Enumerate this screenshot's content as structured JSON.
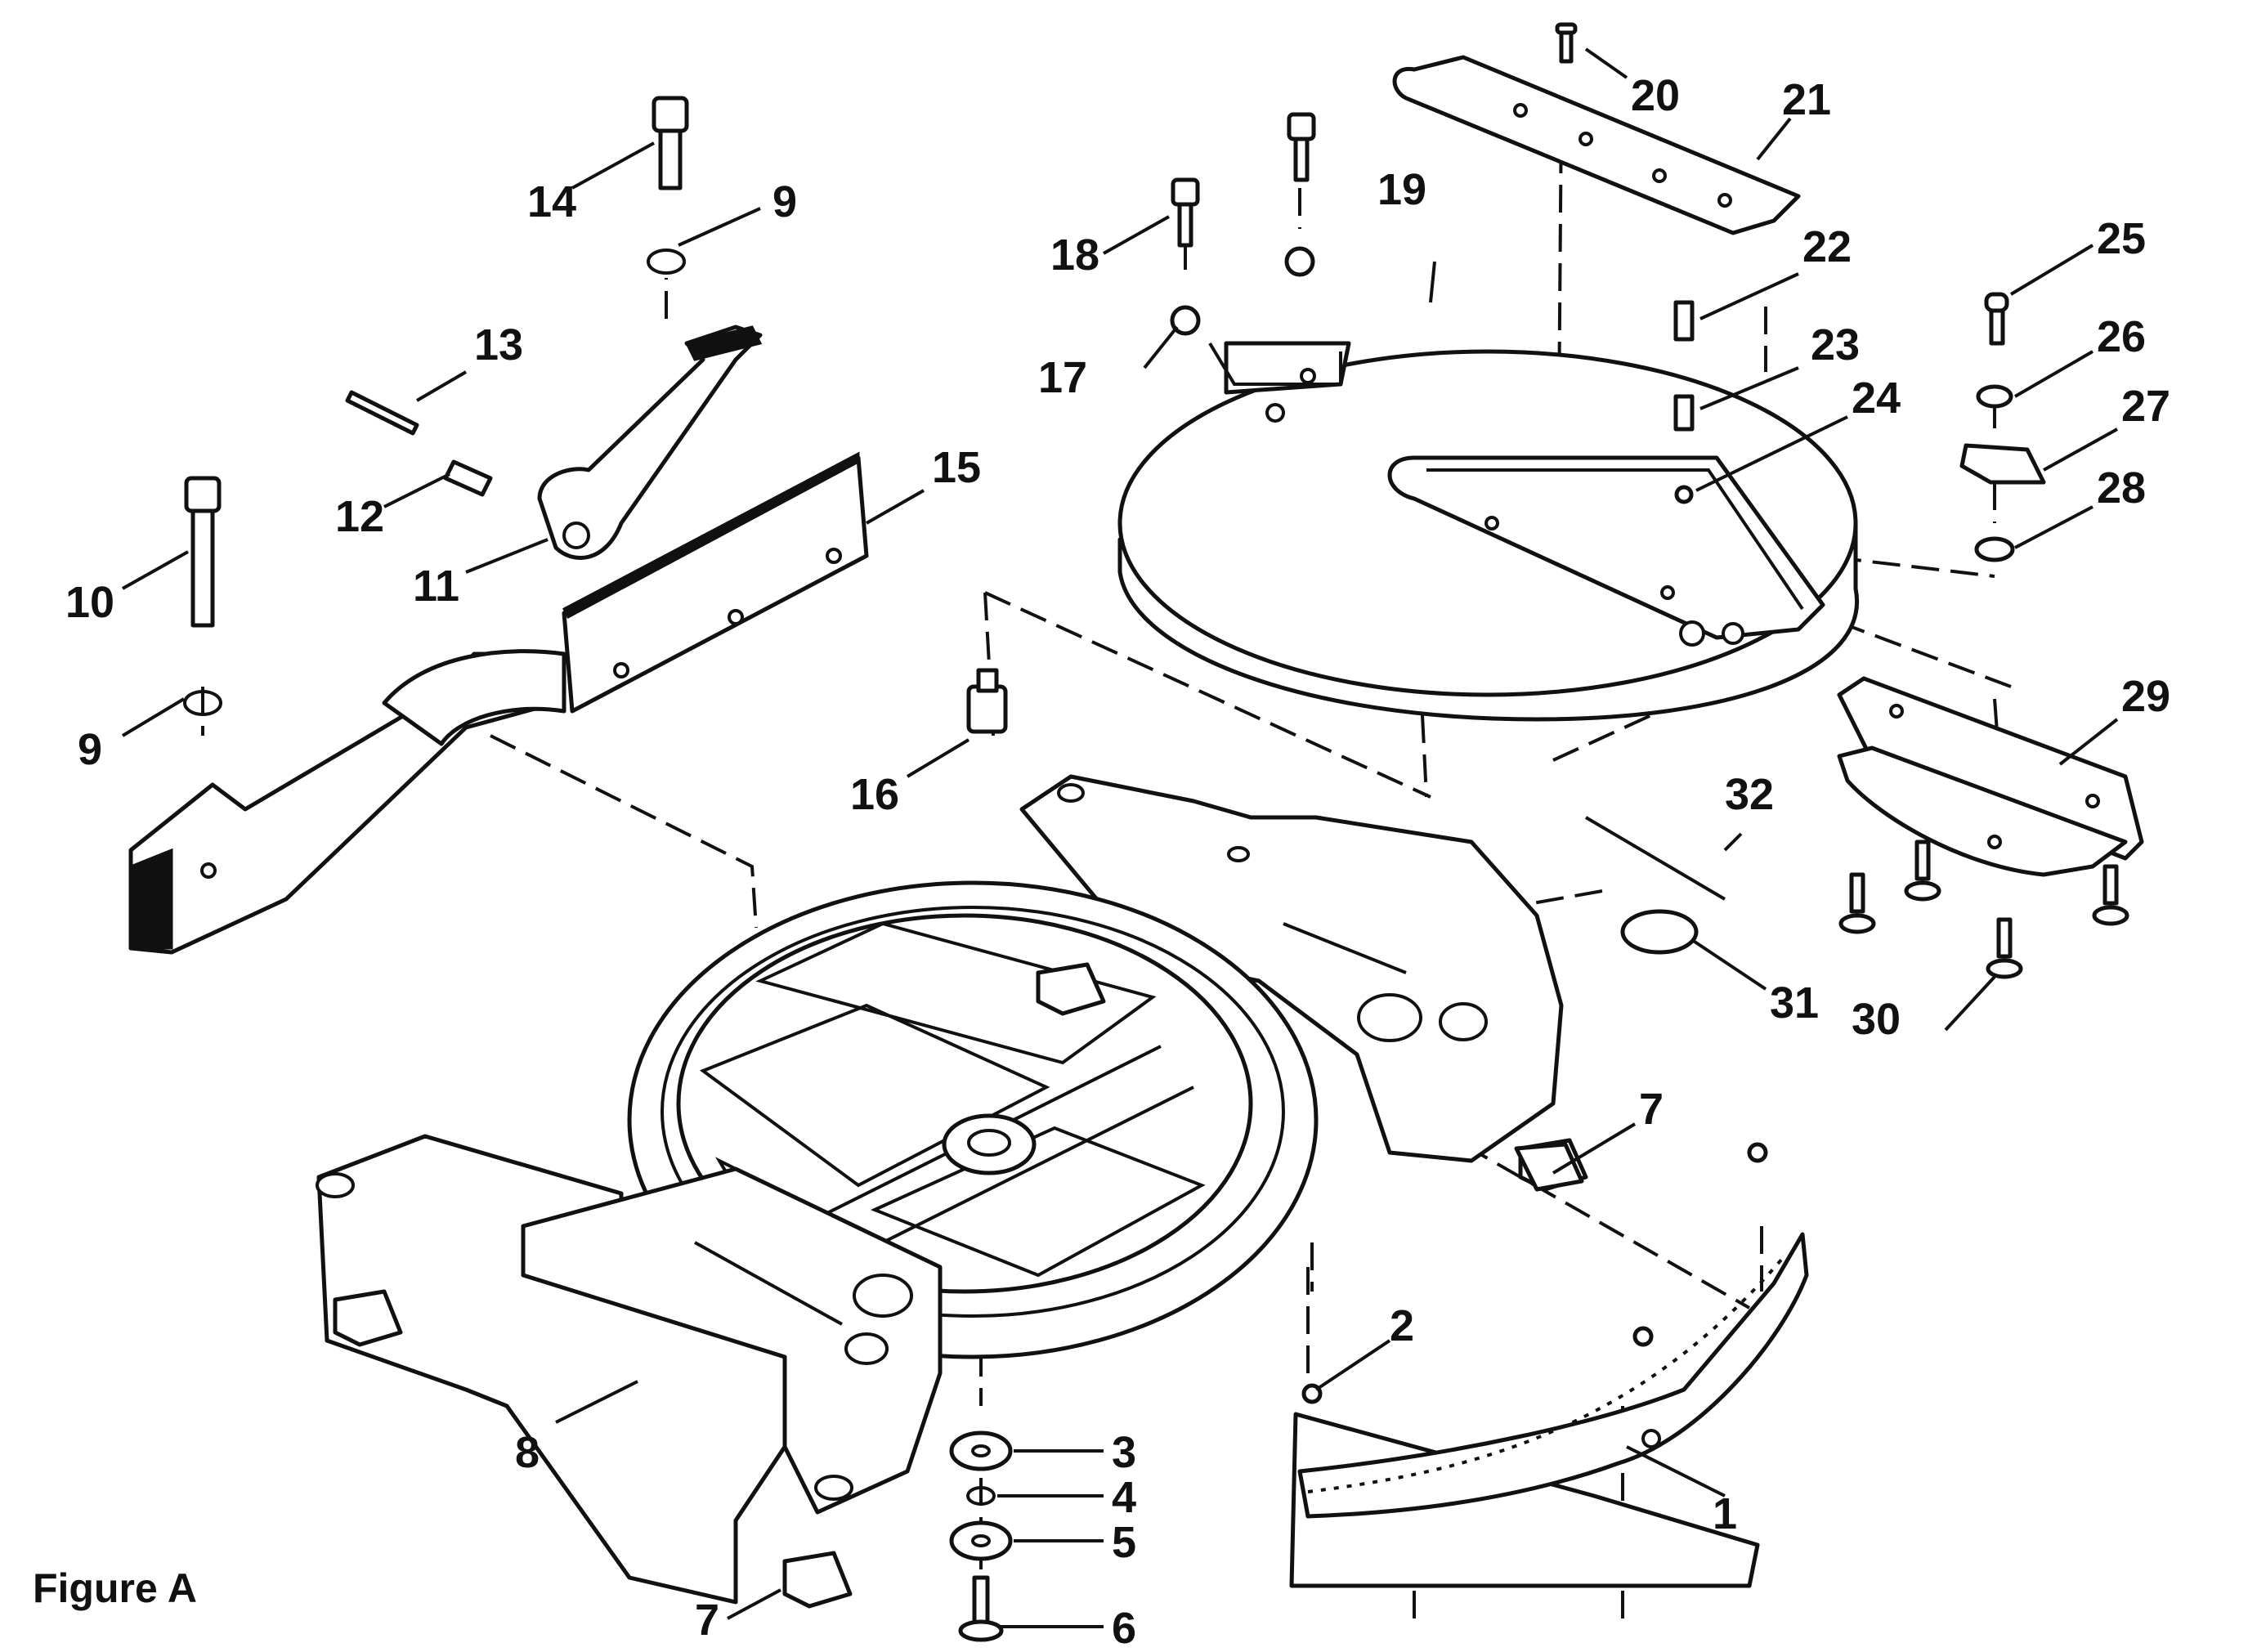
{
  "caption": "Figure A",
  "callouts": {
    "c1": "1",
    "c2": "2",
    "c3": "3",
    "c4": "4",
    "c5": "5",
    "c6": "6",
    "c7a": "7",
    "c7b": "7",
    "c8": "8",
    "c9a": "9",
    "c9b": "9",
    "c10": "10",
    "c11": "11",
    "c12": "12",
    "c13": "13",
    "c14": "14",
    "c15": "15",
    "c16": "16",
    "c17": "17",
    "c18": "18",
    "c19": "19",
    "c20": "20",
    "c21": "21",
    "c22": "22",
    "c23": "23",
    "c24": "24",
    "c25": "25",
    "c26": "26",
    "c27": "27",
    "c28": "28",
    "c29": "29",
    "c30": "30",
    "c31": "31",
    "c32": "32"
  }
}
